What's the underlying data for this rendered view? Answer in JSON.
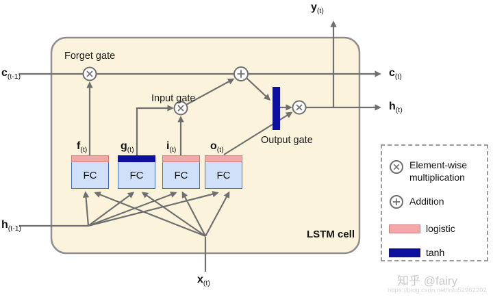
{
  "cell": {
    "name": "LSTM cell"
  },
  "gates": {
    "forget": "Forget gate",
    "input": "Input gate",
    "output": "Output gate"
  },
  "io": {
    "c_prev": {
      "base": "c",
      "sub": "(t-1)"
    },
    "h_prev": {
      "base": "h",
      "sub": "(t-1)"
    },
    "x_in": {
      "base": "x",
      "sub": "(t)"
    },
    "y_out": {
      "base": "y",
      "sub": "(t)"
    },
    "c_out": {
      "base": "c",
      "sub": "(t)"
    },
    "h_out": {
      "base": "h",
      "sub": "(t)"
    }
  },
  "fc_blocks": [
    {
      "var": "f",
      "sub": "(t)",
      "label": "FC",
      "activation": "logistic"
    },
    {
      "var": "g",
      "sub": "(t)",
      "label": "FC",
      "activation": "tanh"
    },
    {
      "var": "i",
      "sub": "(t)",
      "label": "FC",
      "activation": "logistic"
    },
    {
      "var": "o",
      "sub": "(t)",
      "label": "FC",
      "activation": "logistic"
    }
  ],
  "legend": {
    "multiply": "Element-wise multiplication",
    "add": "Addition",
    "logistic": "logistic",
    "tanh": "tanh"
  },
  "watermark": {
    "zhihu": "知乎 @fairy",
    "url": "https://blog.csdn.net/lnlu52962202"
  },
  "colors": {
    "logistic_pink": "#f2a8a8",
    "tanh_navy": "#0f0f9e",
    "fc_fill": "#cfe0f8",
    "fc_border": "#4472c4",
    "cell_bg": "#fbf3dc",
    "cell_border": "#8f8f8f",
    "arrow_gray": "#6f6f6f"
  }
}
